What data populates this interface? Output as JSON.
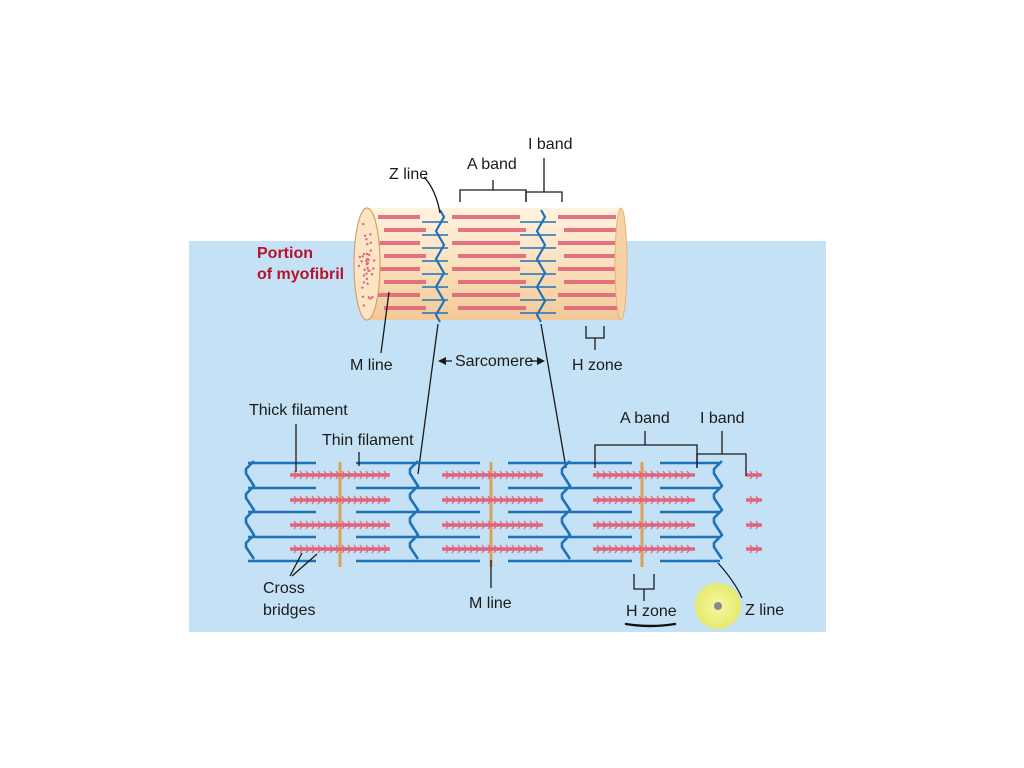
{
  "colors": {
    "panel": "#c5e1f5",
    "thin_filament": "#1f72b8",
    "thick_filament": "#e0657a",
    "m_line": "#d9a25a",
    "cylinder_face": "#fbe1bd",
    "cursor_highlight": "#eef07a"
  },
  "labels": {
    "top_z_line": "Z line",
    "top_a_band": "A band",
    "top_i_band": "I band",
    "portion_line1": "Portion",
    "portion_line2": "of myofibril",
    "top_m_line": "M line",
    "sarcomere": "Sarcomere",
    "top_h_zone": "H zone",
    "thick_filament": "Thick filament",
    "thin_filament": "Thin filament",
    "bottom_a_band": "A band",
    "bottom_i_band": "I band",
    "cross_line1": "Cross",
    "cross_line2": "bridges",
    "bottom_m_line": "M line",
    "bottom_h_zone": "H zone",
    "bottom_z_line": "Z line"
  },
  "icons": {
    "cursor": "cursor-highlight-icon",
    "annotation": "underline-annotation"
  }
}
